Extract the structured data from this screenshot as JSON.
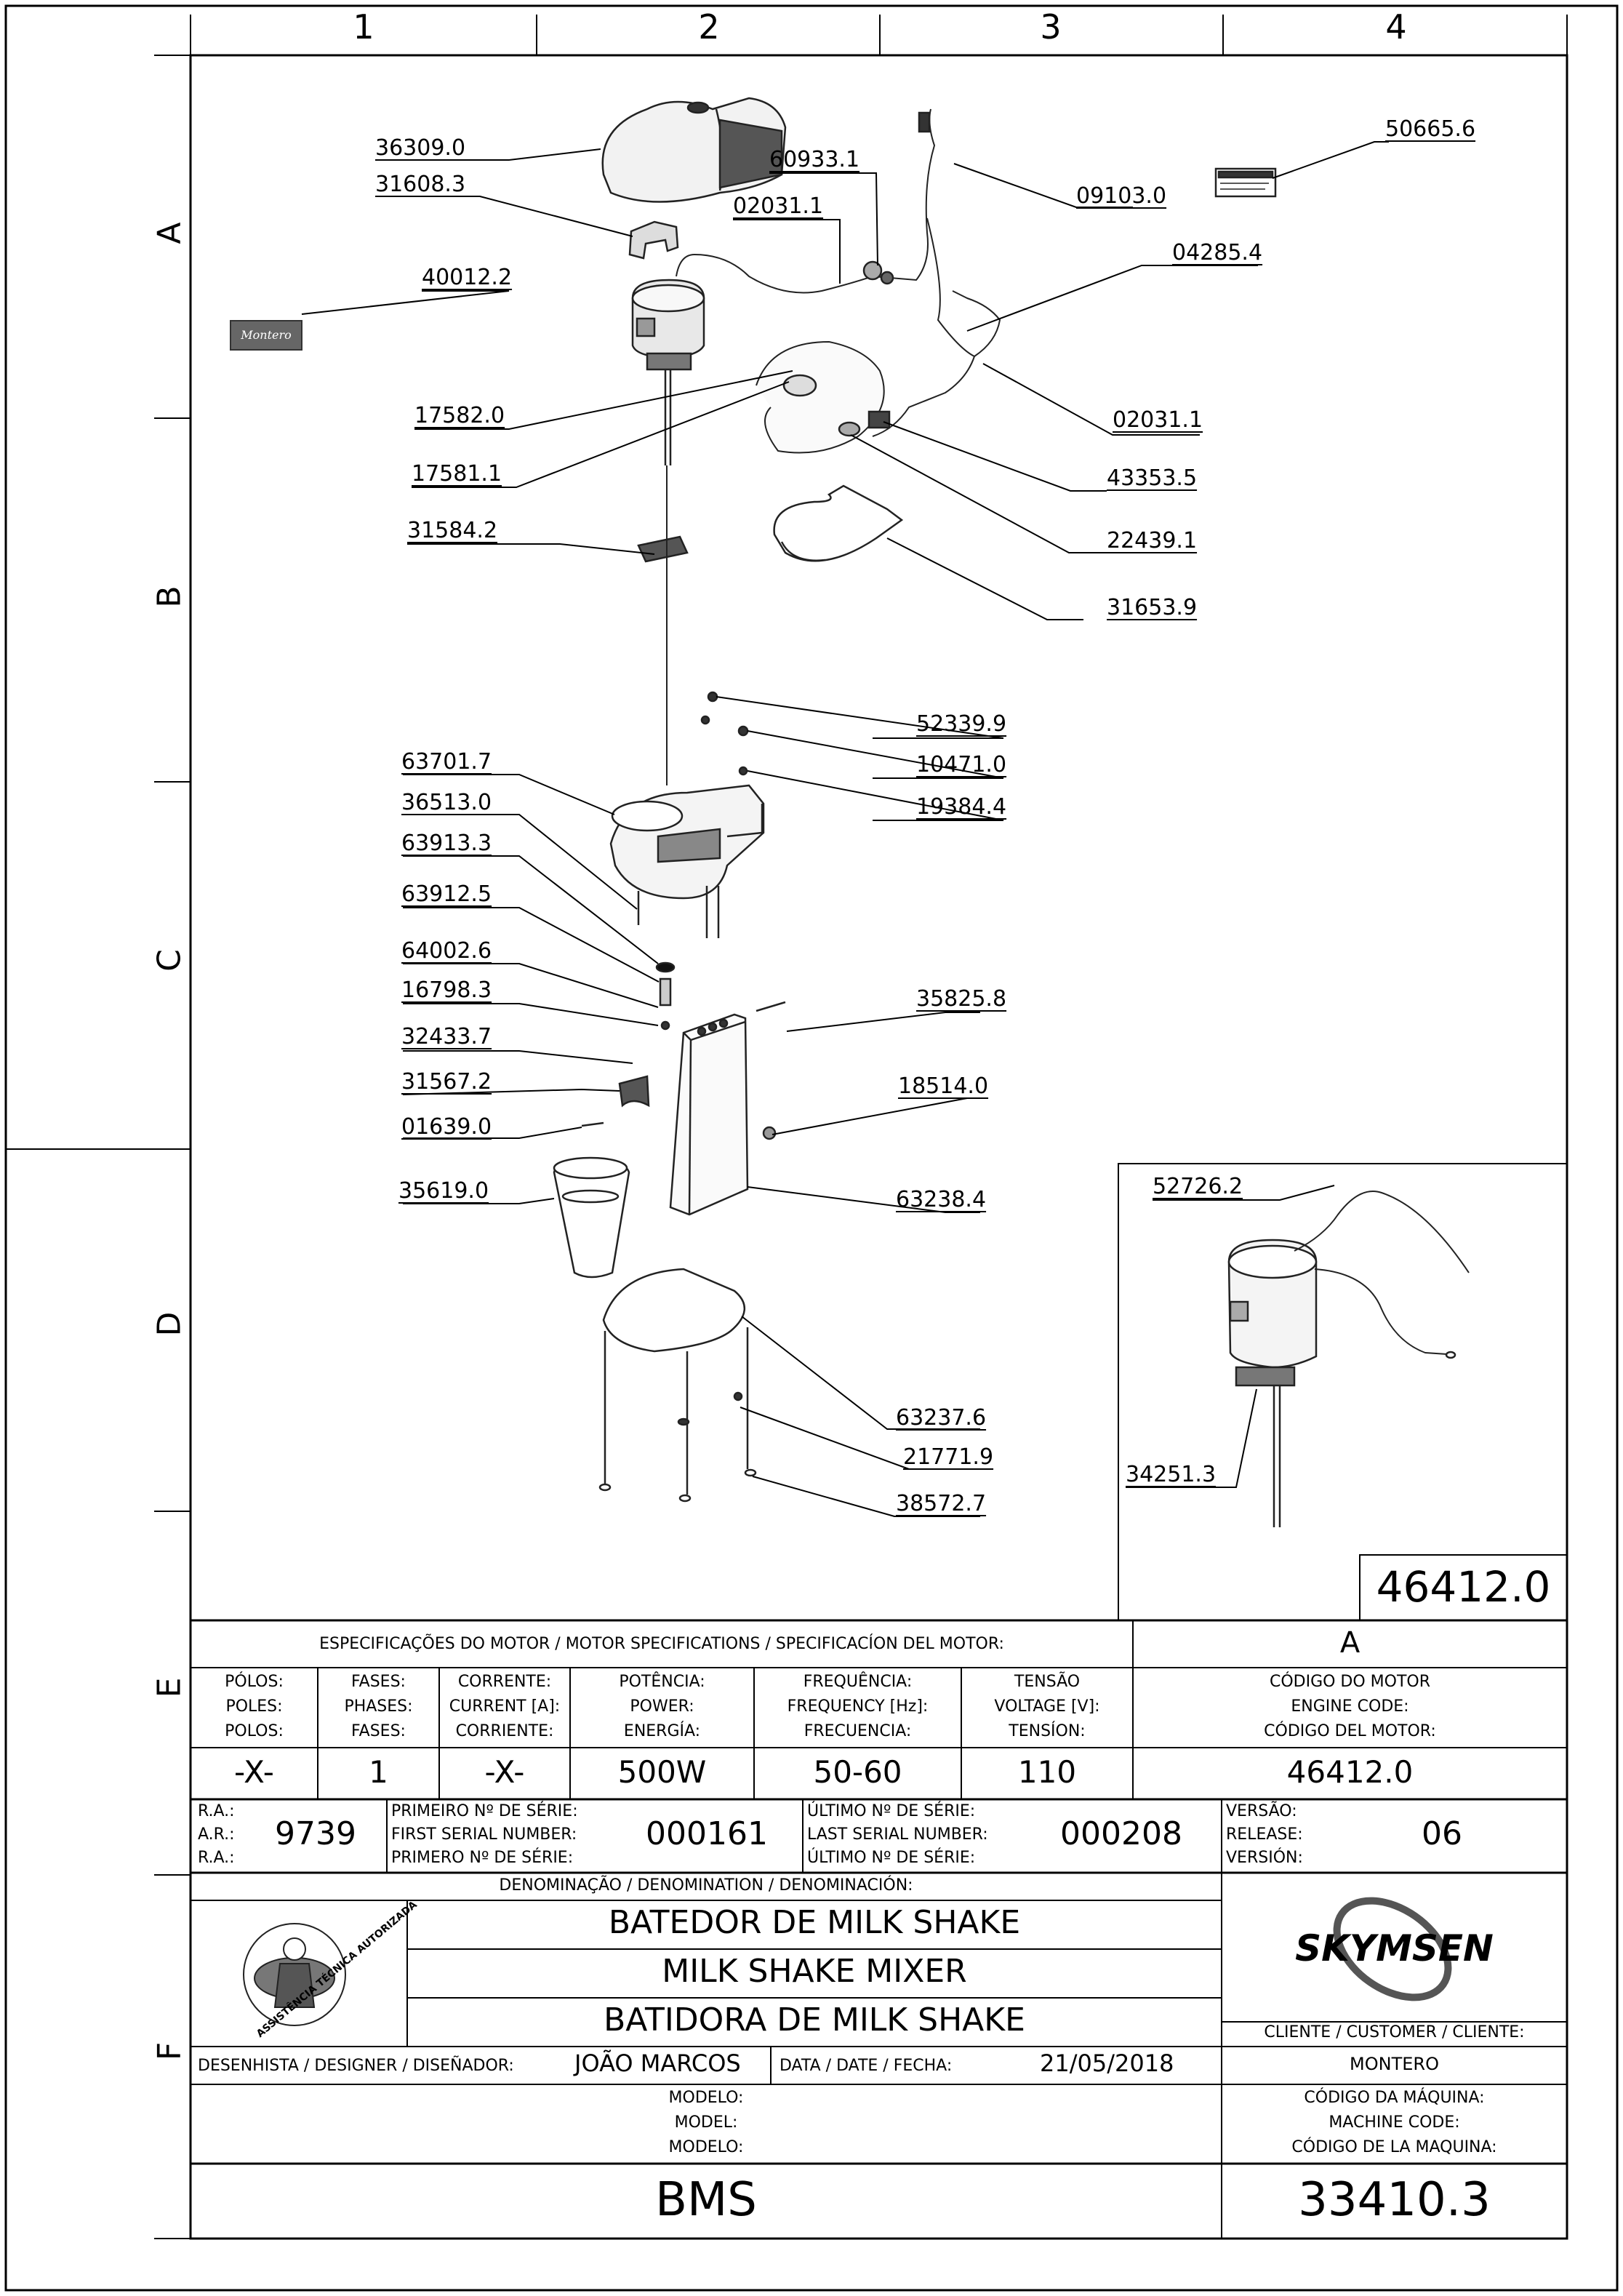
{
  "grid": {
    "columns": [
      "1",
      "2",
      "3",
      "4"
    ],
    "rows": [
      "A",
      "B",
      "C",
      "D",
      "E",
      "F"
    ]
  },
  "colors": {
    "ink": "#000000",
    "paper": "#ffffff",
    "part_gray": "#444444",
    "label_gray": "#666666"
  },
  "parts": {
    "p36309": "36309.0",
    "p31608": "31608.3",
    "p40012": "40012.2",
    "p60933": "60933.1",
    "p02031a": "02031.1",
    "p09103": "09103.0",
    "p50665": "50665.6",
    "p04285": "04285.4",
    "p02031b": "02031.1",
    "p17582": "17582.0",
    "p17581": "17581.1",
    "p43353": "43353.5",
    "p22439": "22439.1",
    "p31584": "31584.2",
    "p31653": "31653.9",
    "p52339": "52339.9",
    "p10471": "10471.0",
    "p19384": "19384.4",
    "p63701": "63701.7",
    "p36513": "36513.0",
    "p63913": "63913.3",
    "p63912": "63912.5",
    "p64002": "64002.6",
    "p16798": "16798.3",
    "p32433": "32433.7",
    "p31567": "31567.2",
    "p01639": "01639.0",
    "p35825": "35825.8",
    "p18514": "18514.0",
    "p35619": "35619.0",
    "p63238": "63238.4",
    "p63237": "63237.6",
    "p21771": "21771.9",
    "p38572": "38572.7",
    "p52726": "52726.2",
    "p34251": "34251.3"
  },
  "logo_label": "Montero",
  "detail_code": "46412.0",
  "motor": {
    "header": "ESPECIFICAÇÕES DO MOTOR / MOTOR SPECIFICATIONS / SPECIFICACÍON DEL MOTOR:",
    "variant": "A",
    "poles_pt": "PÓLOS:",
    "poles_en": "POLES:",
    "poles_es": "POLOS:",
    "phases_pt": "FASES:",
    "phases_en": "PHASES:",
    "phases_es": "FASES:",
    "current_pt": "CORRENTE:",
    "current_en": "CURRENT [A]:",
    "current_es": "CORRIENTE:",
    "power_pt": "POTÊNCIA:",
    "power_en": "POWER:",
    "power_es": "ENERGÍA:",
    "freq_pt": "FREQUÊNCIA:",
    "freq_en": "FREQUENCY [Hz]:",
    "freq_es": "FRECUENCIA:",
    "volt_pt": "TENSÃO",
    "volt_en": "VOLTAGE [V]:",
    "volt_es": "TENSÍON:",
    "code_pt": "CÓDIGO DO MOTOR",
    "code_en": "ENGINE CODE:",
    "code_es": "CÓDIGO DEL MOTOR:",
    "poles": "-X-",
    "phases": "1",
    "current": "-X-",
    "power": "500W",
    "frequency": "50-60",
    "voltage": "110",
    "engine_code": "46412.0"
  },
  "serial": {
    "ra1": "R.A.:",
    "ra2": "A.R.:",
    "ra3": "R.A.:",
    "ra_value": "9739",
    "first_pt": "PRIMEIRO Nº DE SÉRIE:",
    "first_en": "FIRST SERIAL NUMBER:",
    "first_es": "PRIMERO Nº DE SÉRIE:",
    "first_value": "000161",
    "last_pt": "ÚLTIMO Nº DE SÉRIE:",
    "last_en": "LAST SERIAL NUMBER:",
    "last_es": "ÚLTIMO Nº DE SÉRIE:",
    "last_value": "000208",
    "rel_pt": "VERSÃO:",
    "rel_en": "RELEASE:",
    "rel_es": "VERSIÓN:",
    "release_value": "06"
  },
  "title_block": {
    "denomination_header": "DENOMINAÇÃO / DENOMINATION / DENOMINACIÓN:",
    "name_pt": "BATEDOR DE MILK SHAKE",
    "name_en": "MILK SHAKE MIXER",
    "name_es": "BATIDORA DE MILK SHAKE",
    "stamp_text": "ASSISTÊNCIA TÉCNICA AUTORIZADA",
    "brand": "SKYMSEN",
    "designer_label": "DESENHISTA / DESIGNER / DISEÑADOR:",
    "designer": "JOÃO MARCOS",
    "date_label": "DATA / DATE / FECHA:",
    "date": "21/05/2018",
    "client_label": "CLIENTE / CUSTOMER / CLIENTE:",
    "client": "MONTERO",
    "model_pt": "MODELO:",
    "model_en": "MODEL:",
    "model_es": "MODELO:",
    "model": "BMS",
    "mcode_pt": "CÓDIGO DA MÁQUINA:",
    "mcode_en": "MACHINE CODE:",
    "mcode_es": "CÓDIGO DE LA MAQUINA:",
    "machine_code": "33410.3"
  }
}
